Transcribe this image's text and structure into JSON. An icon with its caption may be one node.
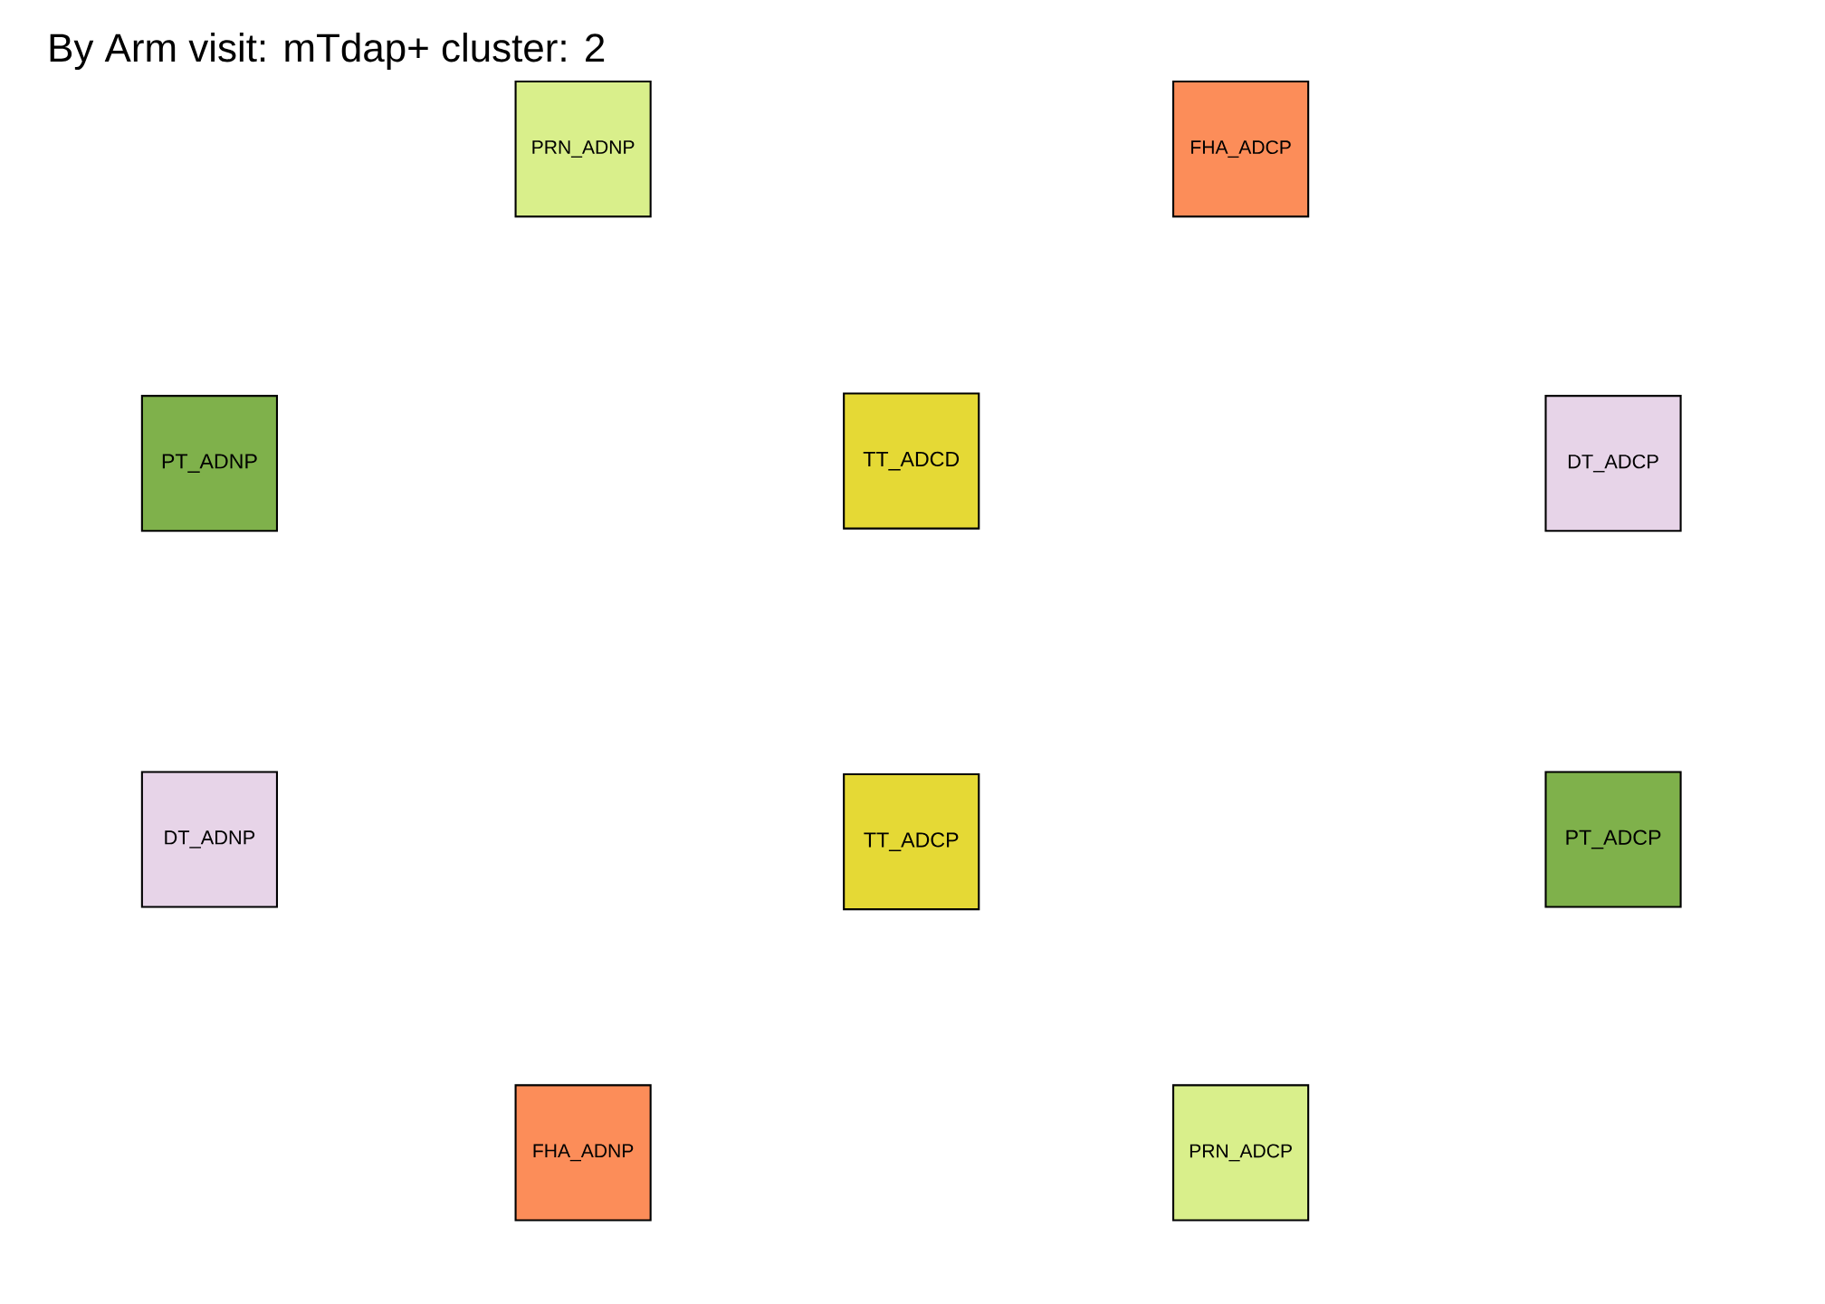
{
  "diagram": {
    "title": "By Arm visit: mTdap+ cluster: 2",
    "nodes": [
      {
        "text": [
          "PRN_ADNP"
        ]
      },
      {
        "text": [
          "FHA_ADCP"
        ]
      },
      {
        "text": [
          "PT_ADNP"
        ]
      },
      {
        "text": [
          "TT_ADCD"
        ]
      },
      {
        "text": [
          "DT_ADCP"
        ]
      },
      {
        "text": [
          "DT_ADNP"
        ]
      },
      {
        "text": [
          "TT_ADCP"
        ]
      },
      {
        "text": [
          "PT_ADCP"
        ]
      },
      {
        "text": [
          "FHA_ADNP"
        ]
      },
      {
        "text": [
          "PRN_ADCP"
        ]
      }
    ],
    "edges": []
  }
}
